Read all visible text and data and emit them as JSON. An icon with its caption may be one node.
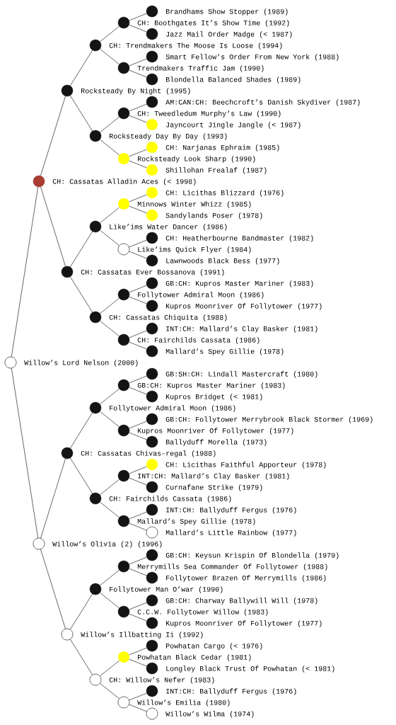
{
  "diagram": {
    "nodes": [
      {
        "text": [
          "Brandhams Show Stopper (1989)"
        ]
      },
      {
        "text": [
          "CH: Boothgates It’s Show Time (1992)"
        ]
      },
      {
        "text": [
          "Jazz Mail Order Madge (< 1987)"
        ]
      },
      {
        "text": [
          "CH: Trendmakers The Moose Is Loose (1994)"
        ]
      },
      {
        "text": [
          "Smart Fellow’s Order From New York (1988)"
        ]
      },
      {
        "text": [
          "Trendmakers Traffic Jam (1990)"
        ]
      },
      {
        "text": [
          "Blondella Balanced Shades (1989)"
        ]
      },
      {
        "text": [
          "Rocksteady By Night (1995)"
        ]
      },
      {
        "text": [
          "AM:CAN:CH: Beechcroft’s Danish Skydiver (1987)"
        ]
      },
      {
        "text": [
          "CH: Tweedledum Murphy’s Law (1990)"
        ]
      },
      {
        "text": [
          "Jayncourt Jingle Jangle (< 1987)"
        ]
      },
      {
        "text": [
          "Rocksteady Day By Day (1993)"
        ]
      },
      {
        "text": [
          "CH: Narjanas Ephraim (1985)"
        ]
      },
      {
        "text": [
          "Rocksteady Look Sharp (1990)"
        ]
      },
      {
        "text": [
          "Shillohan Frealaf (1987)"
        ]
      },
      {
        "text": [
          "CH: Cassatas Alladin Aces (< 1998)"
        ]
      },
      {
        "text": [
          "CH: Licithas Blizzard (1976)"
        ]
      },
      {
        "text": [
          "Minnows Winter Whizz (1985)"
        ]
      },
      {
        "text": [
          "Sandylands Poser (1978)"
        ]
      },
      {
        "text": [
          "Like’ims Water Dancer (1986)"
        ]
      },
      {
        "text": [
          "CH: Heatherbourne Bandmaster (1982)"
        ]
      },
      {
        "text": [
          "Like’ims Quick Flyer (1984)"
        ]
      },
      {
        "text": [
          "Lawnwoods Black Bess (1977)"
        ]
      },
      {
        "text": [
          "CH: Cassatas Ever Bossanova (1991)"
        ]
      },
      {
        "text": [
          "GB:CH: Kupros Master Mariner (1983)"
        ]
      },
      {
        "text": [
          "Follytower Admiral Moon (1986)"
        ]
      },
      {
        "text": [
          "Kupros Moonriver Of Follytower (1977)"
        ]
      },
      {
        "text": [
          "CH: Cassatas Chiquita (1988)"
        ]
      },
      {
        "text": [
          "INT:CH: Mallard’s Clay Basker (1981)"
        ]
      },
      {
        "text": [
          "CH: Fairchilds Cassata (1986)"
        ]
      },
      {
        "text": [
          "Mallard’s Spey Gillie (1978)"
        ]
      },
      {
        "text": [
          "Willow’s Lord Nelson (2000)"
        ]
      },
      {
        "text": [
          "GB:SH:CH: Lindall Mastercraft (1980)"
        ]
      },
      {
        "text": [
          "GB:CH: Kupros Master Mariner (1983)"
        ]
      },
      {
        "text": [
          "Kupros Bridget (< 1981)"
        ]
      },
      {
        "text": [
          "Follytower Admiral Moon (1986)"
        ]
      },
      {
        "text": [
          "GB:CH: Follytower Merrybrook Black Stormer (1969)"
        ]
      },
      {
        "text": [
          "Kupros Moonriver Of Follytower (1977)"
        ]
      },
      {
        "text": [
          "Ballyduff Morella (1973)"
        ]
      },
      {
        "text": [
          "CH: Cassatas Chivas-regal (1988)"
        ]
      },
      {
        "text": [
          "CH: Licithas Faithful Apporteur (1978)"
        ]
      },
      {
        "text": [
          "INT:CH: Mallard’s Clay Basker (1981)"
        ]
      },
      {
        "text": [
          "Curnafane Strike (1979)"
        ]
      },
      {
        "text": [
          "CH: Fairchilds Cassata (1986)"
        ]
      },
      {
        "text": [
          "INT:CH: Ballyduff Fergus (1976)"
        ]
      },
      {
        "text": [
          "Mallard’s Spey Gillie (1978)"
        ]
      },
      {
        "text": [
          "Mallard’s Little Rainbow (1977)"
        ]
      },
      {
        "text": [
          "Willow’s Olivia (2) (1996)"
        ]
      },
      {
        "text": [
          "GB:CH: Keysun Krispin Of Blondella (1979)"
        ]
      },
      {
        "text": [
          "Merrymills Sea Commander Of Follytower (1988)"
        ]
      },
      {
        "text": [
          "Follytower Brazen Of Merrymills (1986)"
        ]
      },
      {
        "text": [
          "Follytower Man O’war (1990)"
        ]
      },
      {
        "text": [
          "GB:CH: Charway Ballywill Will (1978)"
        ]
      },
      {
        "text": [
          "C.C.W. Follytower Willow (1983)"
        ]
      },
      {
        "text": [
          "Kupros Moonriver Of Follytower (1977)"
        ]
      },
      {
        "text": [
          "Willow’s Illbatting Ii (1992)"
        ]
      },
      {
        "text": [
          "Powhatan Cargo (< 1976)"
        ]
      },
      {
        "text": [
          "Powhatan Black Cedar (1981)"
        ]
      },
      {
        "text": [
          "Longley Black Trust Of Powhatan (< 1981)"
        ]
      },
      {
        "text": [
          "CH: Willow’s Nefer (1983)"
        ]
      },
      {
        "text": [
          "INT:CH: Ballyduff Fergus (1976)"
        ]
      },
      {
        "text": [
          "Willow’s Emilia (1980)"
        ]
      },
      {
        "text": [
          "Willow’s Wilma (1974)"
        ]
      }
    ],
    "edges": [
      {
        "from": 1,
        "to": 0,
        "arrow": "none"
      },
      {
        "from": 1,
        "to": 2,
        "arrow": "none"
      },
      {
        "from": 3,
        "to": 1,
        "arrow": "none"
      },
      {
        "from": 3,
        "to": 5,
        "arrow": "none"
      },
      {
        "from": 5,
        "to": 4,
        "arrow": "none"
      },
      {
        "from": 5,
        "to": 6,
        "arrow": "none"
      },
      {
        "from": 7,
        "to": 3,
        "arrow": "none"
      },
      {
        "from": 7,
        "to": 11,
        "arrow": "none"
      },
      {
        "from": 9,
        "to": 8,
        "arrow": "none"
      },
      {
        "from": 9,
        "to": 10,
        "arrow": "none"
      },
      {
        "from": 11,
        "to": 9,
        "arrow": "none"
      },
      {
        "from": 11,
        "to": 13,
        "arrow": "none"
      },
      {
        "from": 13,
        "to": 12,
        "arrow": "none"
      },
      {
        "from": 13,
        "to": 14,
        "arrow": "none"
      },
      {
        "from": 15,
        "to": 7,
        "arrow": "none"
      },
      {
        "from": 15,
        "to": 23,
        "arrow": "none"
      },
      {
        "from": 17,
        "to": 16,
        "arrow": "none"
      },
      {
        "from": 17,
        "to": 18,
        "arrow": "none"
      },
      {
        "from": 19,
        "to": 17,
        "arrow": "none"
      },
      {
        "from": 19,
        "to": 21,
        "arrow": "none"
      },
      {
        "from": 21,
        "to": 20,
        "arrow": "none"
      },
      {
        "from": 21,
        "to": 22,
        "arrow": "none"
      },
      {
        "from": 23,
        "to": 19,
        "arrow": "none"
      },
      {
        "from": 23,
        "to": 27,
        "arrow": "none"
      },
      {
        "from": 25,
        "to": 24,
        "arrow": "none"
      },
      {
        "from": 25,
        "to": 26,
        "arrow": "none"
      },
      {
        "from": 27,
        "to": 25,
        "arrow": "none"
      },
      {
        "from": 27,
        "to": 29,
        "arrow": "none"
      },
      {
        "from": 29,
        "to": 28,
        "arrow": "none"
      },
      {
        "from": 29,
        "to": 30,
        "arrow": "none"
      },
      {
        "from": 31,
        "to": 15,
        "arrow": "none"
      },
      {
        "from": 31,
        "to": 47,
        "arrow": "none"
      },
      {
        "from": 33,
        "to": 32,
        "arrow": "none"
      },
      {
        "from": 33,
        "to": 34,
        "arrow": "none"
      },
      {
        "from": 35,
        "to": 33,
        "arrow": "none"
      },
      {
        "from": 35,
        "to": 37,
        "arrow": "none"
      },
      {
        "from": 37,
        "to": 36,
        "arrow": "none"
      },
      {
        "from": 37,
        "to": 38,
        "arrow": "none"
      },
      {
        "from": 39,
        "to": 35,
        "arrow": "none"
      },
      {
        "from": 39,
        "to": 43,
        "arrow": "none"
      },
      {
        "from": 41,
        "to": 40,
        "arrow": "none"
      },
      {
        "from": 41,
        "to": 42,
        "arrow": "none"
      },
      {
        "from": 43,
        "to": 41,
        "arrow": "none"
      },
      {
        "from": 43,
        "to": 45,
        "arrow": "none"
      },
      {
        "from": 45,
        "to": 44,
        "arrow": "none"
      },
      {
        "from": 45,
        "to": 46,
        "arrow": "none"
      },
      {
        "from": 47,
        "to": 39,
        "arrow": "none"
      },
      {
        "from": 47,
        "to": 55,
        "arrow": "none"
      },
      {
        "from": 49,
        "to": 48,
        "arrow": "none"
      },
      {
        "from": 49,
        "to": 50,
        "arrow": "none"
      },
      {
        "from": 51,
        "to": 49,
        "arrow": "none"
      },
      {
        "from": 51,
        "to": 53,
        "arrow": "none"
      },
      {
        "from": 53,
        "to": 52,
        "arrow": "none"
      },
      {
        "from": 53,
        "to": 54,
        "arrow": "none"
      },
      {
        "from": 55,
        "to": 51,
        "arrow": "none"
      },
      {
        "from": 55,
        "to": 59,
        "arrow": "none"
      },
      {
        "from": 57,
        "to": 56,
        "arrow": "none"
      },
      {
        "from": 57,
        "to": 58,
        "arrow": "none"
      },
      {
        "from": 59,
        "to": 57,
        "arrow": "none"
      },
      {
        "from": 59,
        "to": 61,
        "arrow": "none"
      },
      {
        "from": 61,
        "to": 60,
        "arrow": "none"
      },
      {
        "from": 61,
        "to": 62,
        "arrow": "none"
      }
    ]
  }
}
